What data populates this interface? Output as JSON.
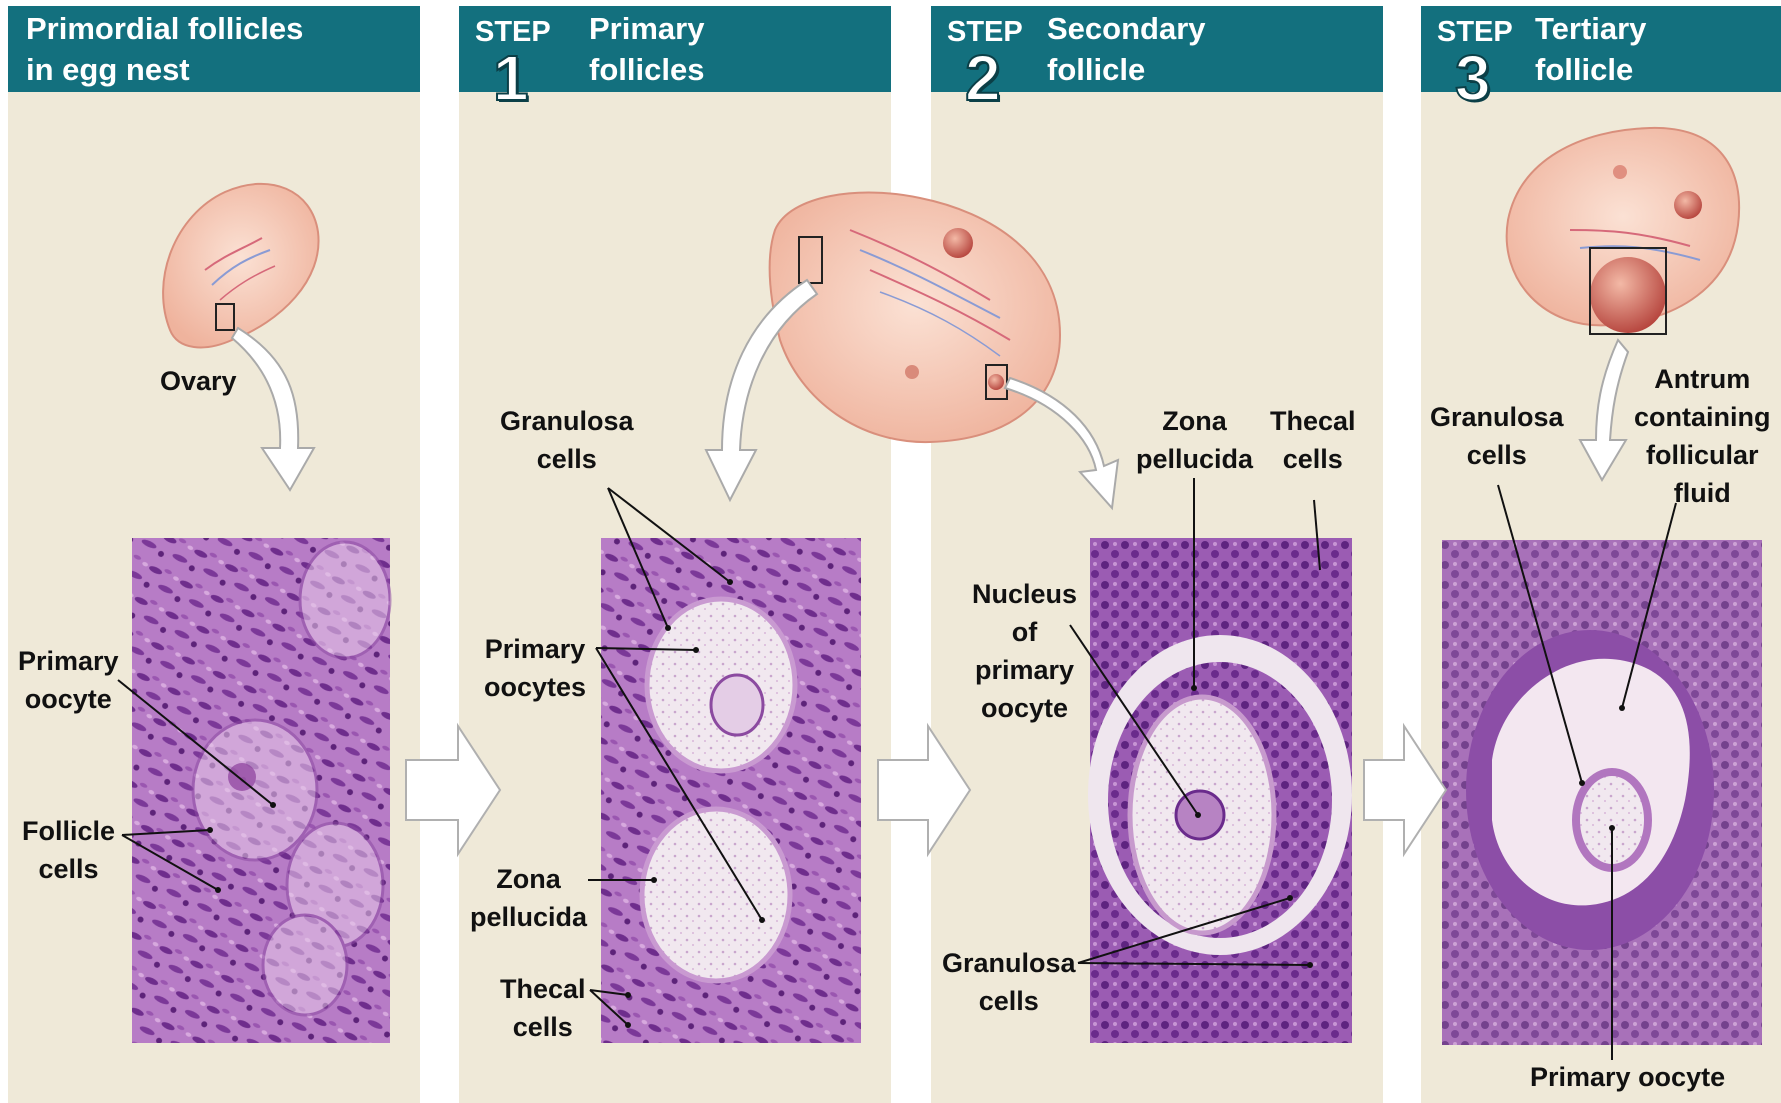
{
  "panels": [
    {
      "header": "Primordial follicles\nin egg nest"
    },
    {
      "step_word": "STEP",
      "step_number": "1",
      "header": "Primary\nfollicles"
    },
    {
      "step_word": "STEP",
      "step_number": "2",
      "header": "Secondary\nfollicle"
    },
    {
      "step_word": "STEP",
      "step_number": "3",
      "header": "Tertiary\nfollicle"
    }
  ],
  "labels": {
    "ovary": "Ovary",
    "primary_oocyte_p0": "Primary\noocyte",
    "follicle_cells": "Follicle\ncells",
    "granulosa_cells_p1": "Granulosa\ncells",
    "primary_oocytes_p1": "Primary\noocytes",
    "zona_pellucida_p1": "Zona\npellucida",
    "thecal_cells_p1": "Thecal\ncells",
    "zona_pellucida_p2": "Zona\npellucida",
    "thecal_cells_p2": "Thecal\ncells",
    "nucleus_primary_oocyte": "Nucleus\nof\nprimary\noocyte",
    "granulosa_cells_p2": "Granulosa\ncells",
    "granulosa_cells_p3": "Granulosa\ncells",
    "antrum": "Antrum\ncontaining\nfollicular\nfluid",
    "primary_oocyte_p3": "Primary oocyte"
  },
  "colors": {
    "header": "#13707e",
    "panel": "#efe9d8",
    "tissue_dark": "#6e2d8c",
    "tissue_light": "#c78fd2",
    "ovary_fill": "#f6c9b6"
  }
}
